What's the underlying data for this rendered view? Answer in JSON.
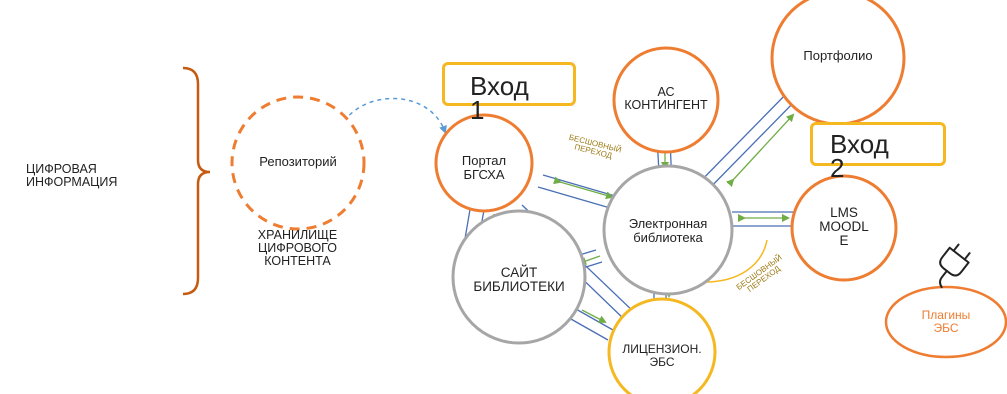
{
  "left_labels": {
    "digital_info": "ЦИФРОВАЯ\nИНФОРМАЦИЯ",
    "storage": "ХРАНИЛИЩЕ\nЦИФРОВОГО\nКОНТЕНТА"
  },
  "nodes": {
    "repository": "Репозиторий",
    "portal": "Портал\nБГСХА",
    "as_contingent": "АС\nКОНТИНГЕНТ",
    "portfolio": "Портфолио",
    "elibrary": "Электронная\nбиблиотека",
    "lms": "LMS\nMOODL\nE",
    "library_site": "САЙТ\nБИБЛИОТЕКИ",
    "licensed_ebs": "ЛИЦЕНЗИОН.\nЭБС",
    "plugins": "Плагины\nЭБС"
  },
  "callouts": {
    "entry1": "Вход\n1",
    "entry2": "Вход\n2"
  },
  "seamless": {
    "top": "БЕСШОВНЫЙ\nПЕРЕХОД",
    "bottom": "БЕСШОВНЫЙ\nПЕРЕХОД"
  },
  "icons": {
    "plug": "plug-icon"
  },
  "colors": {
    "orange": "#ee7d31",
    "gray": "#a6a6a6",
    "yellow": "#f5b820",
    "link_blue": "#4a6fb5",
    "arrow_green": "#70ad47",
    "dashed_blue": "#5b9bd5",
    "brace": "#c55a11",
    "seamless_text": "#9c7b16"
  }
}
